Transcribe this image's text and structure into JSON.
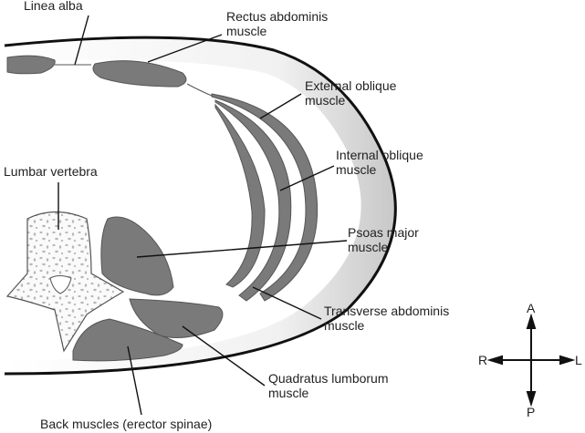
{
  "title": "Cross-section of abdominal wall muscles",
  "labels": {
    "linea_alba": [
      "Linea alba"
    ],
    "rectus": [
      "Rectus abdominis",
      "muscle"
    ],
    "external_oblique": [
      "External oblique",
      "muscle"
    ],
    "internal_oblique": [
      "Internal oblique",
      "muscle"
    ],
    "lumbar_vertebra": [
      "Lumbar vertebra"
    ],
    "psoas": [
      "Psoas major",
      "muscle"
    ],
    "transverse": [
      "Transverse abdominis",
      "muscle"
    ],
    "quadratus": [
      "Quadratus lumborum",
      "muscle"
    ],
    "back": [
      "Back muscles (erector spinae)"
    ]
  },
  "compass": {
    "anterior": "A",
    "posterior": "P",
    "right": "R",
    "left": "L"
  },
  "colors": {
    "muscle": "#7a7a7a",
    "outline": "#111111",
    "bone_dots": "#b8b8b8",
    "label": "#222222"
  }
}
